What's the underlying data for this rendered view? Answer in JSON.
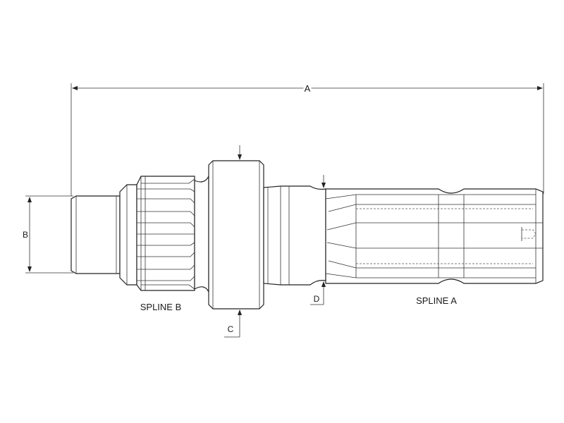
{
  "labels": {
    "dim_a": "A",
    "dim_b": "B",
    "dim_c": "C",
    "dim_d": "D",
    "spline_a": "SPLINE A",
    "spline_b": "SPLINE B"
  }
}
